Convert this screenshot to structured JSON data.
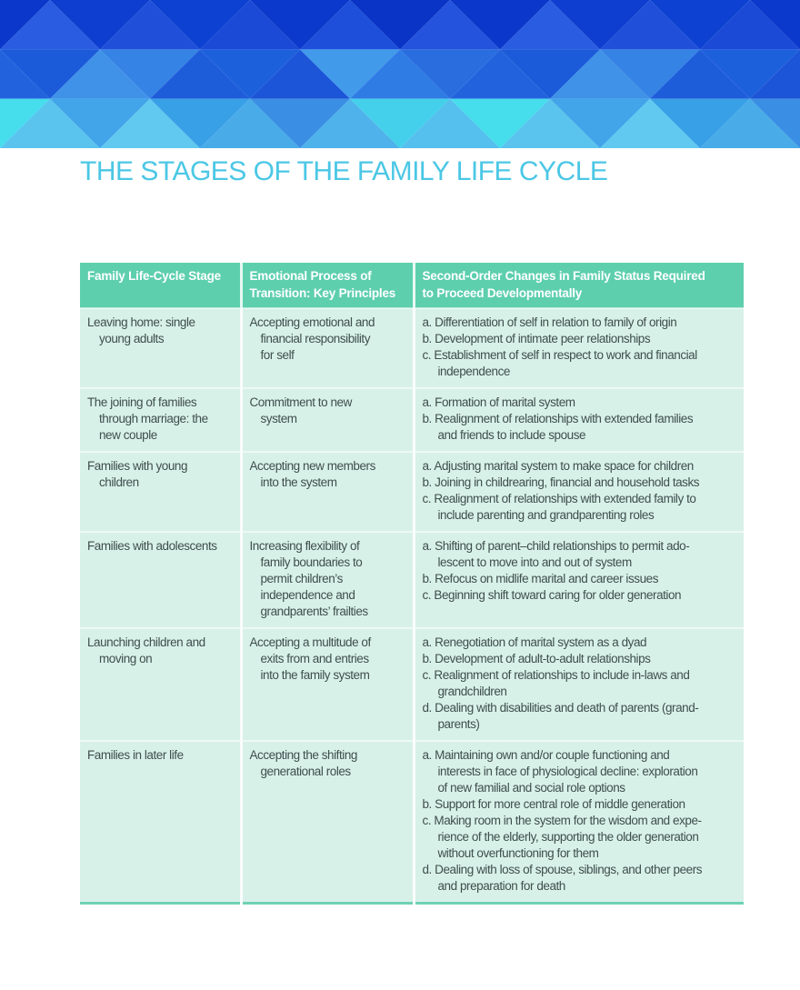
{
  "page": {
    "title": "THE STAGES OF THE FAMILY LIFE CYCLE"
  },
  "colors": {
    "title_color": "#4bc7e5",
    "header_bg": "#5ecfad",
    "header_text": "#ffffff",
    "row_bg": "#d8f1e8",
    "body_text": "#3f4e4e",
    "table_border": "#6fd2b4"
  },
  "banner": {
    "palette": [
      [
        "#0b38ca",
        "#1d4fdb",
        "#0c41d1",
        "#2a5ce1",
        "#0a34c5",
        "#1b4ad7",
        "#0e3ecf",
        "#2453dd",
        "#0b39cb",
        "#2050da"
      ],
      [
        "#1b5bd9",
        "#2f7ce5",
        "#1d60dc",
        "#3f92e8",
        "#2a6ddf",
        "#1c55d7",
        "#3583e5",
        "#2263dd",
        "#419aea",
        "#1e5dda"
      ],
      [
        "#42a4e9",
        "#55bfee",
        "#3a8fe4",
        "#61c9f0",
        "#46ddec",
        "#4fb2ea",
        "#38a0e6",
        "#5ac4ee",
        "#44d0ea",
        "#49ace8"
      ]
    ]
  },
  "table": {
    "header": {
      "col1": "Family Life-Cycle Stage",
      "col2": "Emotional Process of\nTransition: Key Principles",
      "col3": "Second-Order Changes in Family Status Required\nto Proceed Developmentally"
    },
    "rows": [
      {
        "stage": "Leaving home: single\nyoung adults",
        "process": "Accepting emotional and\nfinancial responsibility\nfor self",
        "changes": [
          {
            "label": "a.",
            "text": "Differentiation of self in relation to family of origin"
          },
          {
            "label": "b.",
            "text": "Development of intimate peer relationships"
          },
          {
            "label": "c.",
            "text": "Establishment of self in respect to work and financial\nindependence"
          }
        ]
      },
      {
        "stage": "The joining of families\nthrough marriage: the\nnew couple",
        "process": "Commitment to new\nsystem",
        "changes": [
          {
            "label": "a.",
            "text": "Formation of marital system"
          },
          {
            "label": "b.",
            "text": "Realignment of relationships with extended families\nand friends to include spouse"
          }
        ]
      },
      {
        "stage": "Families with young\nchildren",
        "process": "Accepting new members\ninto the system",
        "changes": [
          {
            "label": "a.",
            "text": "Adjusting marital system to make space for children"
          },
          {
            "label": "b.",
            "text": "Joining in childrearing, financial and household tasks"
          },
          {
            "label": "c.",
            "text": "Realignment of relationships with extended family to\ninclude parenting and grandparenting roles"
          }
        ]
      },
      {
        "stage": "Families with adolescents",
        "process": "Increasing flexibility of\nfamily boundaries to\npermit children’s\nindependence and\ngrandparents’ frailties",
        "changes": [
          {
            "label": "a.",
            "text": "Shifting of parent–child relationships to permit ado-\nlescent to move into and out of system"
          },
          {
            "label": "b.",
            "text": "Refocus on midlife marital and career issues"
          },
          {
            "label": "c.",
            "text": "Beginning shift toward caring for older generation"
          }
        ]
      },
      {
        "stage": "Launching children and\nmoving on",
        "process": "Accepting a multitude of\nexits from and entries\ninto the family system",
        "changes": [
          {
            "label": "a.",
            "text": "Renegotiation of marital system as a dyad"
          },
          {
            "label": "b.",
            "text": "Development of adult-to-adult relationships"
          },
          {
            "label": "c.",
            "text": "Realignment of relationships to include in-laws and\ngrandchildren"
          },
          {
            "label": "d.",
            "text": "Dealing with disabilities and death of parents (grand-\nparents)"
          }
        ]
      },
      {
        "stage": "Families in later life",
        "process": "Accepting the shifting\ngenerational roles",
        "changes": [
          {
            "label": "a.",
            "text": "Maintaining own and/or couple functioning and\ninterests in face of physiological decline: exploration\nof new familial and social role options"
          },
          {
            "label": "b.",
            "text": "Support for more central role of middle generation"
          },
          {
            "label": "c.",
            "text": "Making room in the system for the wisdom and expe-\nrience of the elderly, supporting the older generation\nwithout overfunctioning for them"
          },
          {
            "label": "d.",
            "text": "Dealing with loss of spouse, siblings, and other peers\nand preparation for death"
          }
        ]
      }
    ]
  }
}
